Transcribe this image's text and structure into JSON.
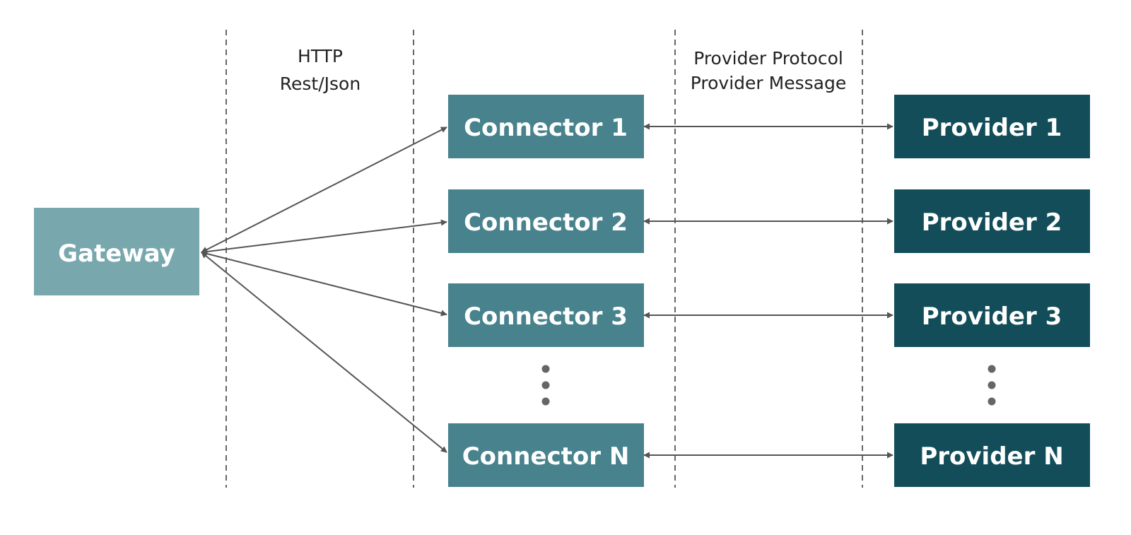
{
  "zones": {
    "http": [
      "HTTP",
      "Rest/Json"
    ],
    "provider": [
      "Provider Protocol",
      "Provider Message"
    ]
  },
  "gateway": {
    "label": "Gateway"
  },
  "connectors": [
    {
      "label": "Connector 1"
    },
    {
      "label": "Connector 2"
    },
    {
      "label": "Connector 3"
    },
    {
      "label": "Connector N"
    }
  ],
  "providers": [
    {
      "label": "Provider 1"
    },
    {
      "label": "Provider 2"
    },
    {
      "label": "Provider 3"
    },
    {
      "label": "Provider N"
    }
  ],
  "colors": {
    "gateway": "#78a8ae",
    "connector": "#47828d",
    "provider": "#124d59",
    "line": "#555555"
  }
}
